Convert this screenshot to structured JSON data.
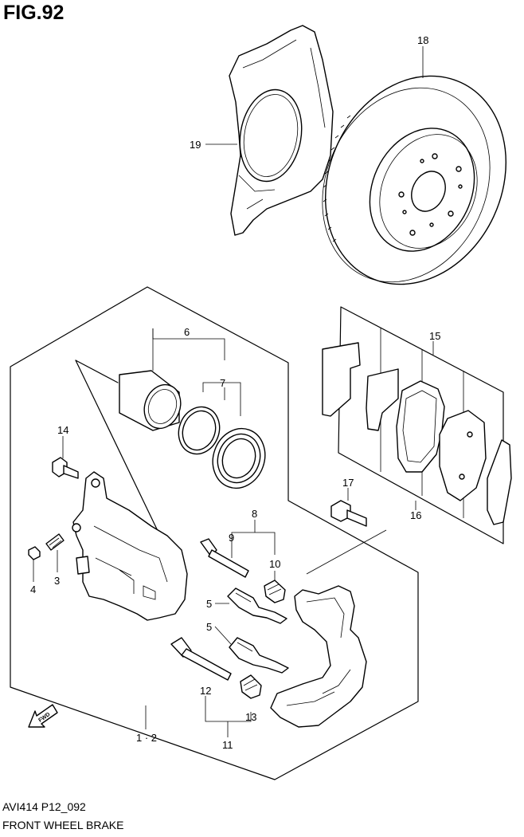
{
  "figure": {
    "title": "FIG.92"
  },
  "callouts": {
    "p1_2": "1 · 2",
    "p3": "3",
    "p4": "4",
    "p5a": "5",
    "p5b": "5",
    "p6": "6",
    "p7": "7",
    "p8": "8",
    "p9": "9",
    "p10": "10",
    "p11": "11",
    "p12": "12",
    "p13": "13",
    "p14": "14",
    "p15": "15",
    "p16": "16",
    "p17": "17",
    "p18": "18",
    "p19": "19"
  },
  "direction_marker": {
    "label": "FWD",
    "icon": "forward-arrow-icon"
  },
  "footer": {
    "code": "AVI414 P12_092",
    "name": "FRONT WHEEL BRAKE"
  }
}
